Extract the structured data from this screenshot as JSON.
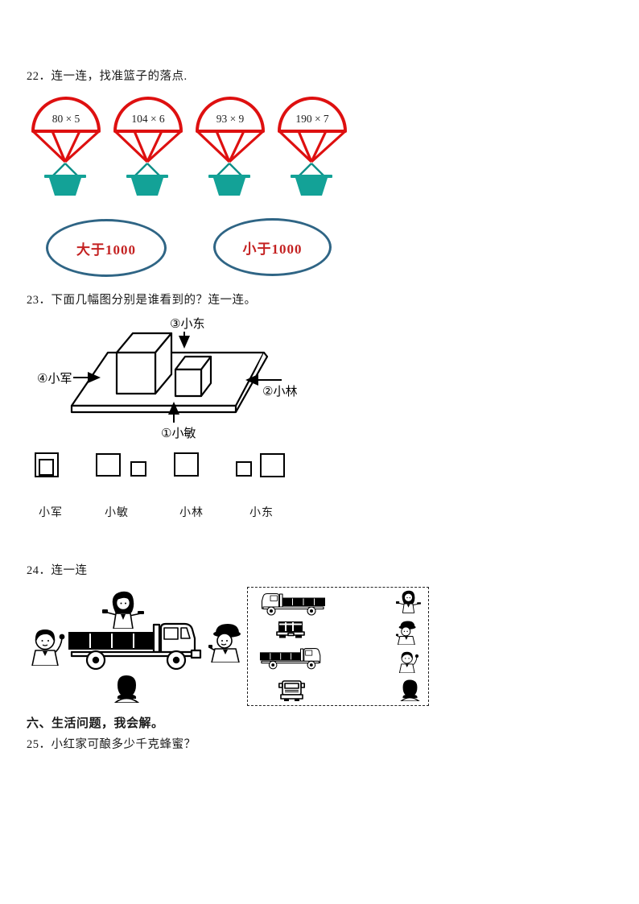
{
  "colors": {
    "red": "#de1010",
    "teal": "#13a297",
    "ovalBorder": "#2f6585",
    "ovalText": "#c42121",
    "ink": "#1a1a1a"
  },
  "q22": {
    "title": "22．连一连，找准篮子的落点.",
    "parachutes": [
      {
        "label": "80 × 5"
      },
      {
        "label": "104 × 6"
      },
      {
        "label": "93 × 9"
      },
      {
        "label": "190 × 7"
      }
    ],
    "targets": [
      {
        "label": "大于1000"
      },
      {
        "label": "小于1000"
      }
    ]
  },
  "q23": {
    "title": "23．下面几幅图分别是谁看到的？连一连。",
    "viewers": {
      "top": "③小东",
      "left": "④小军",
      "right": "②小林",
      "bottom": "①小敏"
    },
    "answer_names": [
      "小军",
      "小敏",
      "小林",
      "小东"
    ]
  },
  "q24": {
    "title": "24．连一连"
  },
  "section6": {
    "title": "六、生活问题，我会解。"
  },
  "q25": {
    "title": "25．小红家可酿多少千克蜂蜜？"
  }
}
